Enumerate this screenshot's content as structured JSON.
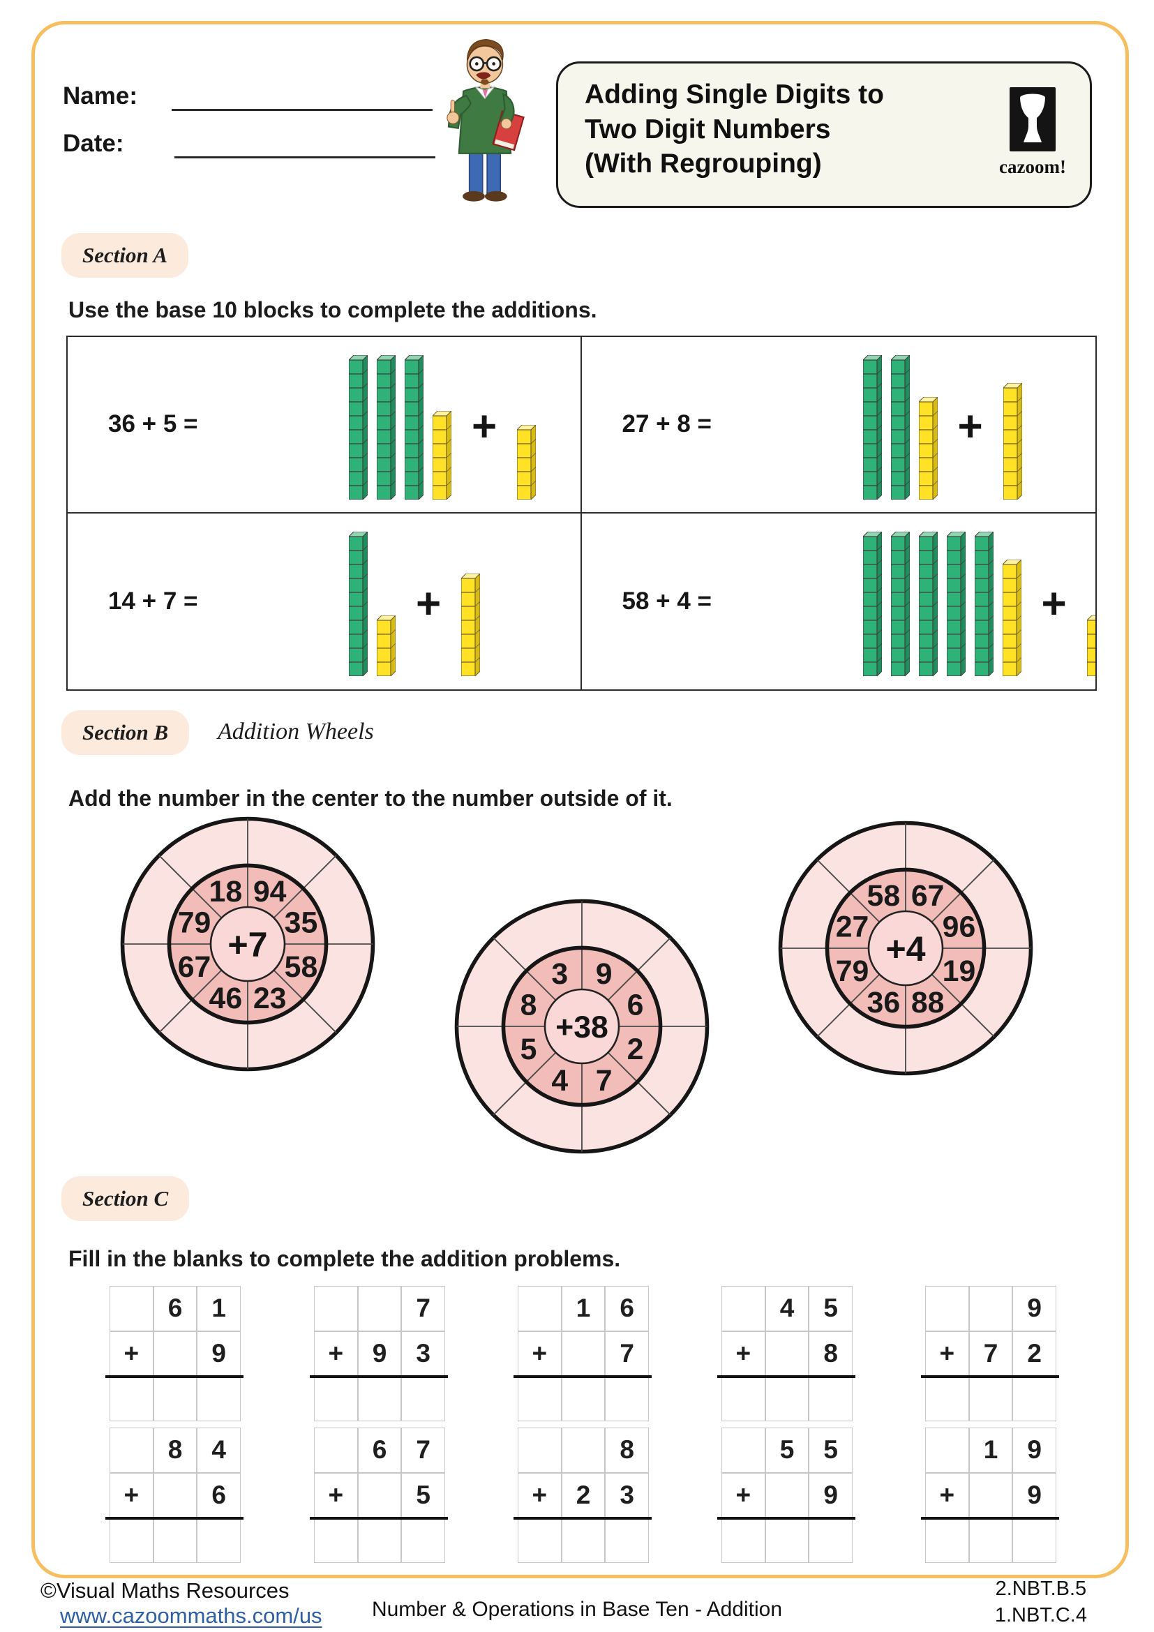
{
  "header": {
    "name_label": "Name:",
    "date_label": "Date:",
    "title_lines": [
      "Adding Single Digits to",
      "Two Digit Numbers",
      "(With Regrouping)"
    ],
    "logo_text": "cazoom!"
  },
  "section_a": {
    "label": "Section A",
    "instruction": "Use the base 10 blocks to complete the additions.",
    "plus_sign": "+",
    "problems": [
      {
        "expression": "36 + 5 =",
        "tens_rods": 3,
        "ones_cubes": 6,
        "addend_cubes": 5
      },
      {
        "expression": "27 + 8 =",
        "tens_rods": 2,
        "ones_cubes": 7,
        "addend_cubes": 8
      },
      {
        "expression": "14 + 7 =",
        "tens_rods": 1,
        "ones_cubes": 4,
        "addend_cubes": 7
      },
      {
        "expression": "58 + 4 =",
        "tens_rods": 5,
        "ones_cubes": 8,
        "addend_cubes": 4
      }
    ]
  },
  "section_b": {
    "label": "Section B",
    "subtitle": "Addition Wheels",
    "instruction": "Add the number in the center to the number outside of it.",
    "wheels": [
      {
        "center_label": "+7",
        "numbers_clockwise_from_top_right": [
          "94",
          "35",
          "58",
          "23",
          "46",
          "67",
          "79",
          "18"
        ]
      },
      {
        "center_label": "+38",
        "numbers_clockwise_from_top_right": [
          "9",
          "6",
          "2",
          "7",
          "4",
          "5",
          "8",
          "3"
        ]
      },
      {
        "center_label": "+4",
        "numbers_clockwise_from_top_right": [
          "67",
          "96",
          "19",
          "88",
          "36",
          "79",
          "27",
          "58"
        ]
      }
    ]
  },
  "section_c": {
    "label": "Section C",
    "instruction": "Fill in the blanks to complete the addition problems.",
    "problems": [
      {
        "top_row": [
          "",
          "6",
          "1"
        ],
        "bottom_row": [
          "+",
          "",
          "9"
        ]
      },
      {
        "top_row": [
          "",
          "",
          "7"
        ],
        "bottom_row": [
          "+",
          "9",
          "3"
        ]
      },
      {
        "top_row": [
          "",
          "1",
          "6"
        ],
        "bottom_row": [
          "+",
          "",
          "7"
        ]
      },
      {
        "top_row": [
          "",
          "4",
          "5"
        ],
        "bottom_row": [
          "+",
          "",
          "8"
        ]
      },
      {
        "top_row": [
          "",
          "",
          "9"
        ],
        "bottom_row": [
          "+",
          "7",
          "2"
        ]
      },
      {
        "top_row": [
          "",
          "8",
          "4"
        ],
        "bottom_row": [
          "+",
          "",
          "6"
        ]
      },
      {
        "top_row": [
          "",
          "6",
          "7"
        ],
        "bottom_row": [
          "+",
          "",
          "5"
        ]
      },
      {
        "top_row": [
          "",
          "",
          "8"
        ],
        "bottom_row": [
          "+",
          "2",
          "3"
        ]
      },
      {
        "top_row": [
          "",
          "5",
          "5"
        ],
        "bottom_row": [
          "+",
          "",
          "9"
        ]
      },
      {
        "top_row": [
          "",
          "1",
          "9"
        ],
        "bottom_row": [
          "+",
          "",
          "9"
        ]
      }
    ]
  },
  "footer": {
    "copyright": "©Visual Maths Resources",
    "website": "www.cazoommaths.com/us",
    "topic": "Number & Operations in Base Ten - Addition",
    "standards": [
      "2.NBT.B.5",
      "1.NBT.C.4"
    ]
  },
  "colors": {
    "frame_orange": "#F7BE5F",
    "section_label_bg": "#FCEBDD",
    "title_box_bg": "#F6F6EC",
    "tens_rod_green": "#2FB277",
    "ones_cube_yellow": "#FFE226",
    "wheel_outer_ring": "#FAE3E0",
    "wheel_inner_ring": "#F2BCB9",
    "wheel_center": "#F9D8D7",
    "link_blue": "#2E5FA3"
  }
}
